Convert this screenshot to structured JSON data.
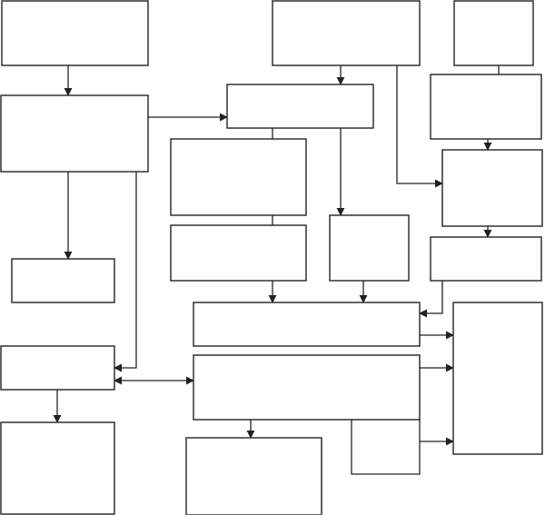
{
  "diagram": {
    "stroke_color": "#222222",
    "background_color": "#ffffff",
    "boxes": [
      {
        "id": "top-left",
        "text": ""
      },
      {
        "id": "top-middle",
        "text": ""
      },
      {
        "id": "top-right",
        "text": ""
      },
      {
        "id": "left-upper",
        "text": ""
      },
      {
        "id": "center-header",
        "text": ""
      },
      {
        "id": "right-upper",
        "text": ""
      },
      {
        "id": "center-block-a",
        "text": ""
      },
      {
        "id": "right-middle",
        "text": ""
      },
      {
        "id": "center-block-b",
        "text": ""
      },
      {
        "id": "center-narrow",
        "text": ""
      },
      {
        "id": "right-lower",
        "text": ""
      },
      {
        "id": "left-small",
        "text": ""
      },
      {
        "id": "wide-upper",
        "text": ""
      },
      {
        "id": "right-tall",
        "text": ""
      },
      {
        "id": "left-middle",
        "text": ""
      },
      {
        "id": "wide-lower",
        "text": ""
      },
      {
        "id": "left-bottom",
        "text": ""
      },
      {
        "id": "bottom-center",
        "text": ""
      }
    ],
    "connectors": [
      {
        "id": "top-left-to-left-upper",
        "from": "top-left",
        "to": "left-upper",
        "arrow": true
      },
      {
        "id": "top-middle-to-center-header",
        "from": "top-middle",
        "to": "center-header",
        "arrow": true
      },
      {
        "id": "left-upper-to-center-header",
        "from": "left-upper",
        "to": "center-header",
        "arrow": true
      },
      {
        "id": "top-middle-to-right-middle",
        "from": "top-middle",
        "to": "right-middle",
        "arrow": true
      },
      {
        "id": "top-right-to-right-upper",
        "from": "top-right",
        "to": "right-upper",
        "arrow": false
      },
      {
        "id": "right-upper-to-right-middle",
        "from": "right-upper",
        "to": "right-middle",
        "arrow": true
      },
      {
        "id": "right-middle-to-right-lower",
        "from": "right-middle",
        "to": "right-lower",
        "arrow": true
      },
      {
        "id": "center-header-to-center-block-a",
        "from": "center-header",
        "to": "center-block-a",
        "arrow": false
      },
      {
        "id": "center-header-to-center-narrow",
        "from": "center-header",
        "to": "center-narrow",
        "arrow": true
      },
      {
        "id": "center-block-a-to-center-block-b",
        "from": "center-block-a",
        "to": "center-block-b",
        "arrow": false
      },
      {
        "id": "left-upper-to-left-small",
        "from": "left-upper",
        "to": "left-small",
        "arrow": true
      },
      {
        "id": "left-upper-to-left-middle",
        "from": "left-upper",
        "to": "left-middle",
        "arrow": true
      },
      {
        "id": "center-block-b-to-wide-upper",
        "from": "center-block-b",
        "to": "wide-upper",
        "arrow": true
      },
      {
        "id": "center-narrow-to-wide-upper",
        "from": "center-narrow",
        "to": "wide-upper",
        "arrow": true
      },
      {
        "id": "right-lower-to-wide-upper",
        "from": "right-lower",
        "to": "wide-upper",
        "arrow": true
      },
      {
        "id": "wide-upper-to-right-tall",
        "from": "wide-upper",
        "to": "right-tall",
        "arrow": true
      },
      {
        "id": "left-middle-wide-lower-link",
        "from": "left-middle",
        "to": "wide-lower",
        "arrow": true,
        "both_ends": true
      },
      {
        "id": "wide-lower-to-right-tall",
        "from": "wide-lower",
        "to": "right-tall",
        "arrow": true
      },
      {
        "id": "left-middle-to-left-bottom",
        "from": "left-middle",
        "to": "left-bottom",
        "arrow": true
      },
      {
        "id": "wide-lower-to-bottom-center",
        "from": "wide-lower",
        "to": "bottom-center",
        "arrow": true
      },
      {
        "id": "wide-lower-loop",
        "from": "wide-lower",
        "to": "wide-lower",
        "arrow": false
      },
      {
        "id": "loop-to-right-tall",
        "from": "wide-lower-loop",
        "to": "right-tall",
        "arrow": true
      }
    ]
  }
}
